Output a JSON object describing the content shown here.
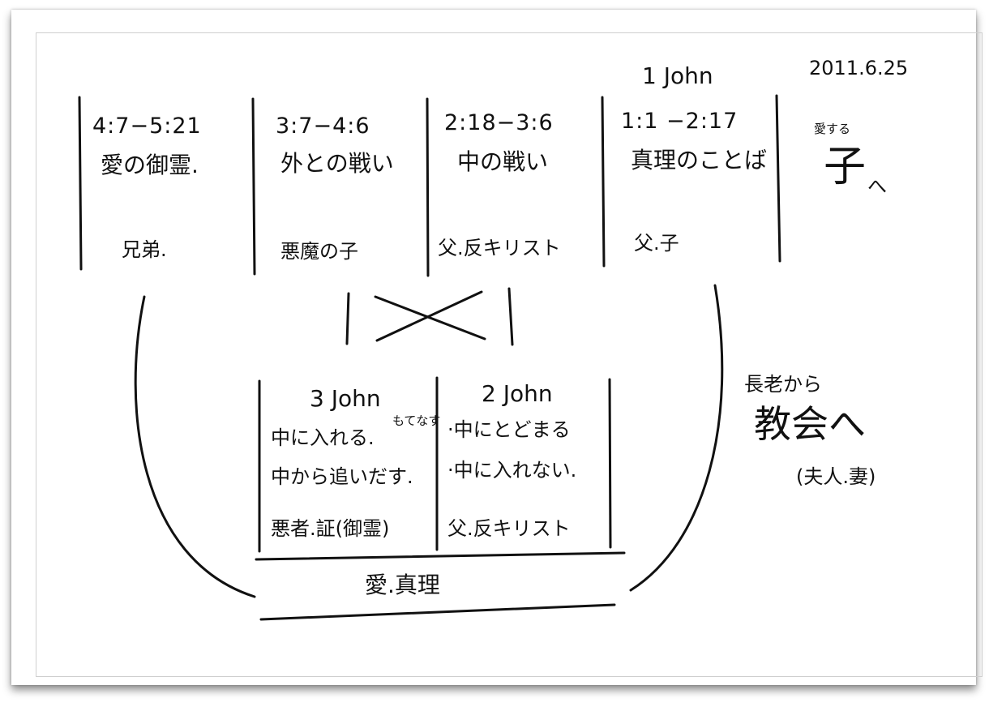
{
  "date": "2011.6.25",
  "first_john": {
    "title": "1 John",
    "sections": [
      {
        "ref": "4:7−5:21",
        "theme": "愛の御霊.",
        "pair": "兄弟."
      },
      {
        "ref": "3:7−4:6",
        "theme": "外との戦い",
        "pair": "悪魔の子"
      },
      {
        "ref": "2:18−3:6",
        "theme": "中の戦い",
        "pair": "父.反キリスト"
      },
      {
        "ref": "1:1 −2:17",
        "theme": "真理のことば",
        "pair": "父.子"
      }
    ]
  },
  "children_note": {
    "small": "愛する",
    "big": "子",
    "suffix": "へ"
  },
  "third_john": {
    "title": "3 John",
    "note": "もてなす",
    "lines": [
      "中に入れる.",
      "中から追いだす."
    ],
    "pair": "悪者.証(御霊)"
  },
  "second_john": {
    "title": "2 John",
    "lines": [
      "·中にとどまる",
      "·中に入れない."
    ],
    "pair": "父.反キリスト"
  },
  "base": "愛.真理",
  "church_note": {
    "small": "長老から",
    "big": "教会へ",
    "paren": "(夫人.妻)"
  }
}
